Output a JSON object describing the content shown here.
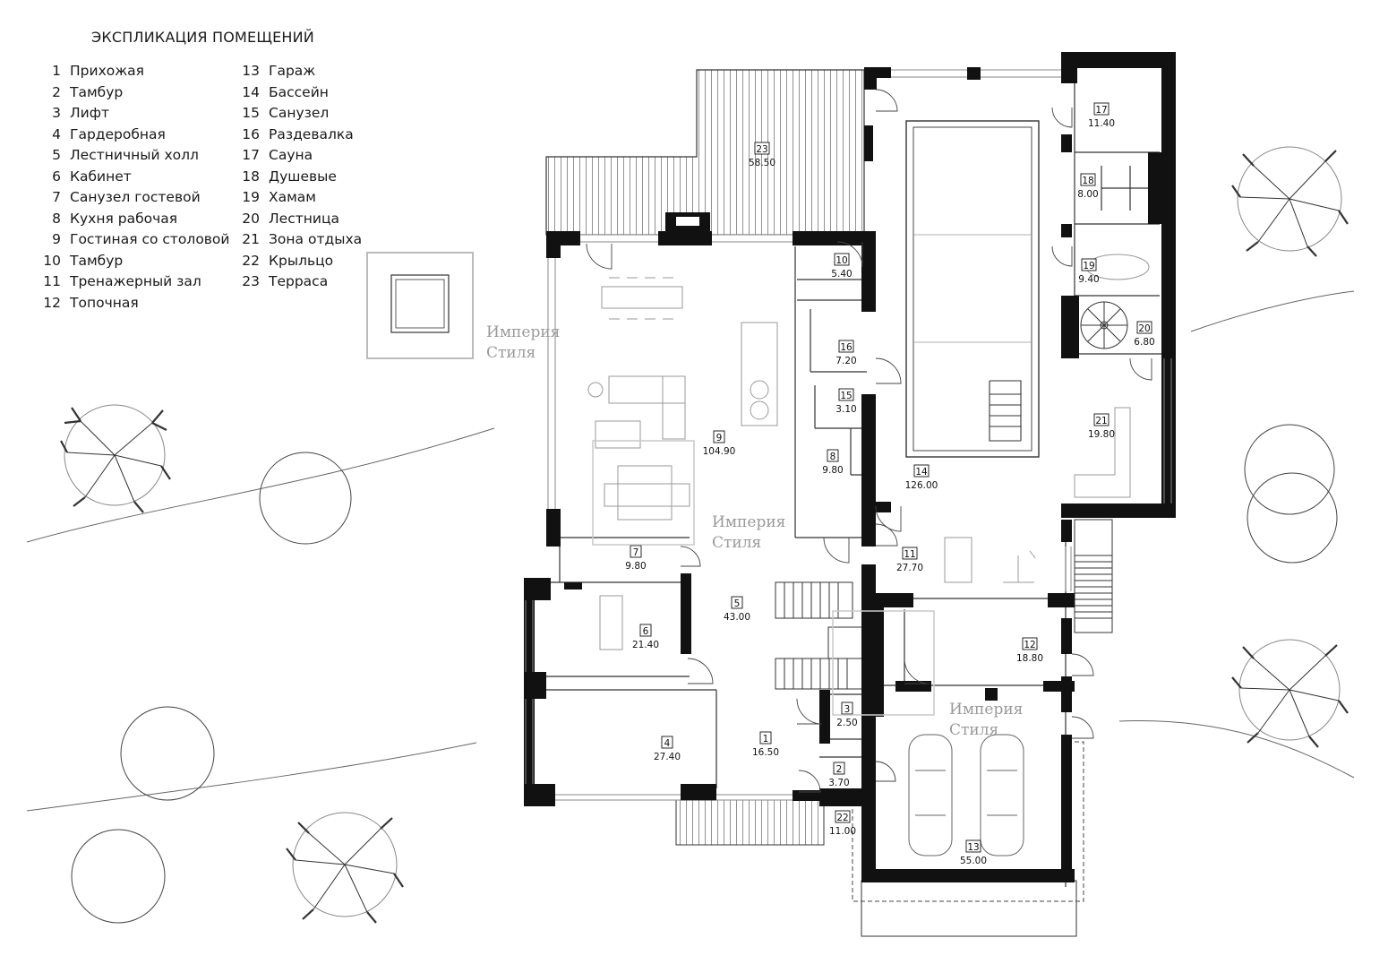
{
  "legend": {
    "title": "ЭКСПЛИКАЦИЯ ПОМЕЩЕНИЙ",
    "col1": [
      {
        "num": "1",
        "name": "Прихожая"
      },
      {
        "num": "2",
        "name": "Тамбур"
      },
      {
        "num": "3",
        "name": "Лифт"
      },
      {
        "num": "4",
        "name": "Гардеробная"
      },
      {
        "num": "5",
        "name": "Лестничный холл"
      },
      {
        "num": "6",
        "name": "Кабинет"
      },
      {
        "num": "7",
        "name": "Санузел гостевой"
      },
      {
        "num": "8",
        "name": "Кухня рабочая"
      },
      {
        "num": "9",
        "name": "Гостиная со столовой"
      },
      {
        "num": "10",
        "name": "Тамбур"
      },
      {
        "num": "11",
        "name": "Тренажерный зал"
      },
      {
        "num": "12",
        "name": "Топочная"
      }
    ],
    "col2": [
      {
        "num": "13",
        "name": "Гараж"
      },
      {
        "num": "14",
        "name": "Бассейн"
      },
      {
        "num": "15",
        "name": "Санузел"
      },
      {
        "num": "16",
        "name": "Раздевалка"
      },
      {
        "num": "17",
        "name": "Сауна"
      },
      {
        "num": "18",
        "name": "Душевые"
      },
      {
        "num": "19",
        "name": "Хамам"
      },
      {
        "num": "20",
        "name": "Лестница"
      },
      {
        "num": "21",
        "name": "Зона отдыха"
      },
      {
        "num": "22",
        "name": "Крыльцо"
      },
      {
        "num": "23",
        "name": "Терраса"
      }
    ]
  },
  "rooms": {
    "r1": {
      "num": "1",
      "area": "16.50"
    },
    "r2": {
      "num": "2",
      "area": "3.70"
    },
    "r3": {
      "num": "3",
      "area": "2.50"
    },
    "r4": {
      "num": "4",
      "area": "27.40"
    },
    "r5": {
      "num": "5",
      "area": "43.00"
    },
    "r6": {
      "num": "6",
      "area": "21.40"
    },
    "r7": {
      "num": "7",
      "area": "9.80"
    },
    "r8": {
      "num": "8",
      "area": "9.80"
    },
    "r9": {
      "num": "9",
      "area": "104.90"
    },
    "r10": {
      "num": "10",
      "area": "5.40"
    },
    "r11": {
      "num": "11",
      "area": "27.70"
    },
    "r12": {
      "num": "12",
      "area": "18.80"
    },
    "r13": {
      "num": "13",
      "area": "55.00"
    },
    "r14": {
      "num": "14",
      "area": "126.00"
    },
    "r15": {
      "num": "15",
      "area": "3.10"
    },
    "r16": {
      "num": "16",
      "area": "7.20"
    },
    "r17": {
      "num": "17",
      "area": "11.40"
    },
    "r18": {
      "num": "18",
      "area": "8.00"
    },
    "r19": {
      "num": "19",
      "area": "9.40"
    },
    "r20": {
      "num": "20",
      "area": "6.80"
    },
    "r21": {
      "num": "21",
      "area": "19.80"
    },
    "r22": {
      "num": "22",
      "area": "11.00"
    },
    "r23": {
      "num": "23",
      "area": "58.50"
    }
  },
  "watermark": {
    "line1": "Империя",
    "line2": "Стиля"
  },
  "colors": {
    "wall": "#111111",
    "line": "#555555",
    "light": "#b5b5b5",
    "watermark": "#9a9a9a"
  }
}
